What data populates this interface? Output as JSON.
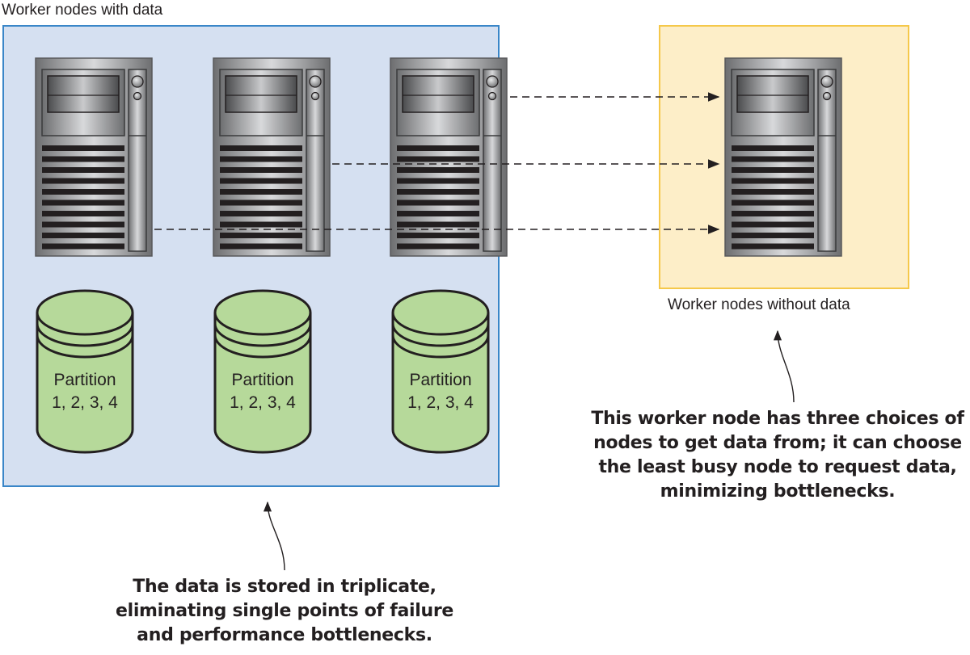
{
  "groups": {
    "with_data": {
      "label": "Worker nodes with data",
      "fill": "#d5e0f1",
      "border": "#3a86c8"
    },
    "without_data": {
      "label": "Worker nodes without data",
      "fill": "#fdeec8",
      "border": "#f5c84a"
    }
  },
  "servers_with_data": [
    {
      "name": "server-1"
    },
    {
      "name": "server-2"
    },
    {
      "name": "server-3"
    }
  ],
  "server_without_data": {
    "name": "server-receiver"
  },
  "partitions": [
    {
      "line1": "Partition",
      "line2": "1, 2, 3, 4",
      "fill": "#b6d99a"
    },
    {
      "line1": "Partition",
      "line2": "1, 2, 3, 4",
      "fill": "#b6d99a"
    },
    {
      "line1": "Partition",
      "line2": "1, 2, 3, 4",
      "fill": "#b6d99a"
    }
  ],
  "connections": [
    {
      "from": "server-3",
      "to": "server-receiver",
      "style": "dashed"
    },
    {
      "from": "server-2",
      "to": "server-receiver",
      "style": "dashed"
    },
    {
      "from": "server-1",
      "to": "server-receiver",
      "style": "dashed"
    }
  ],
  "callouts": {
    "triplicate": {
      "lines": [
        "The data is stored in triplicate,",
        "eliminating single points of failure",
        "and performance bottlenecks."
      ],
      "points_to": "Worker nodes with data"
    },
    "choices": {
      "lines": [
        "This worker node has three choices of",
        "nodes to get data from; it can choose",
        "the least busy node to request data,",
        "minimizing bottlenecks."
      ],
      "points_to": "Worker nodes without data"
    }
  }
}
